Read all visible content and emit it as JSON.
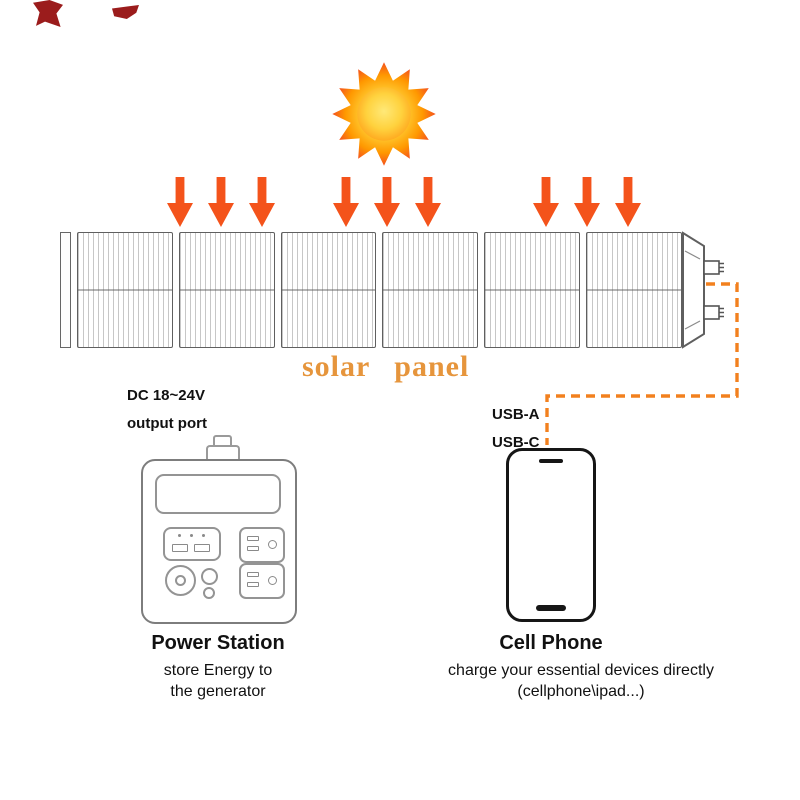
{
  "diagram_title": "solar panel charging diagram",
  "colors": {
    "arrow_orange": "#F4531B",
    "dashed_line_orange": "#F2801E",
    "solar_label_gold": "#E6953C",
    "logo_maroon": "#9B1C1C",
    "line_art_gray": "#8A8A8A"
  },
  "labels": {
    "solar_panel": "solar panel",
    "dc_line1": "DC 18~24V",
    "dc_line2": "output port",
    "usb_line1": "USB-A",
    "usb_line2": "USB-C"
  },
  "power_station": {
    "title": "Power Station",
    "caption1": "store Energy to",
    "caption2": "the generator"
  },
  "cell_phone": {
    "title": "Cell Phone",
    "caption1": "charge your essential devices directly",
    "caption2": "(cellphone\\ipad...)"
  },
  "icons": {
    "sun": "sun-icon",
    "arrows": "down-arrow-icon",
    "arrow_count": 9,
    "panel_segments": 6
  }
}
